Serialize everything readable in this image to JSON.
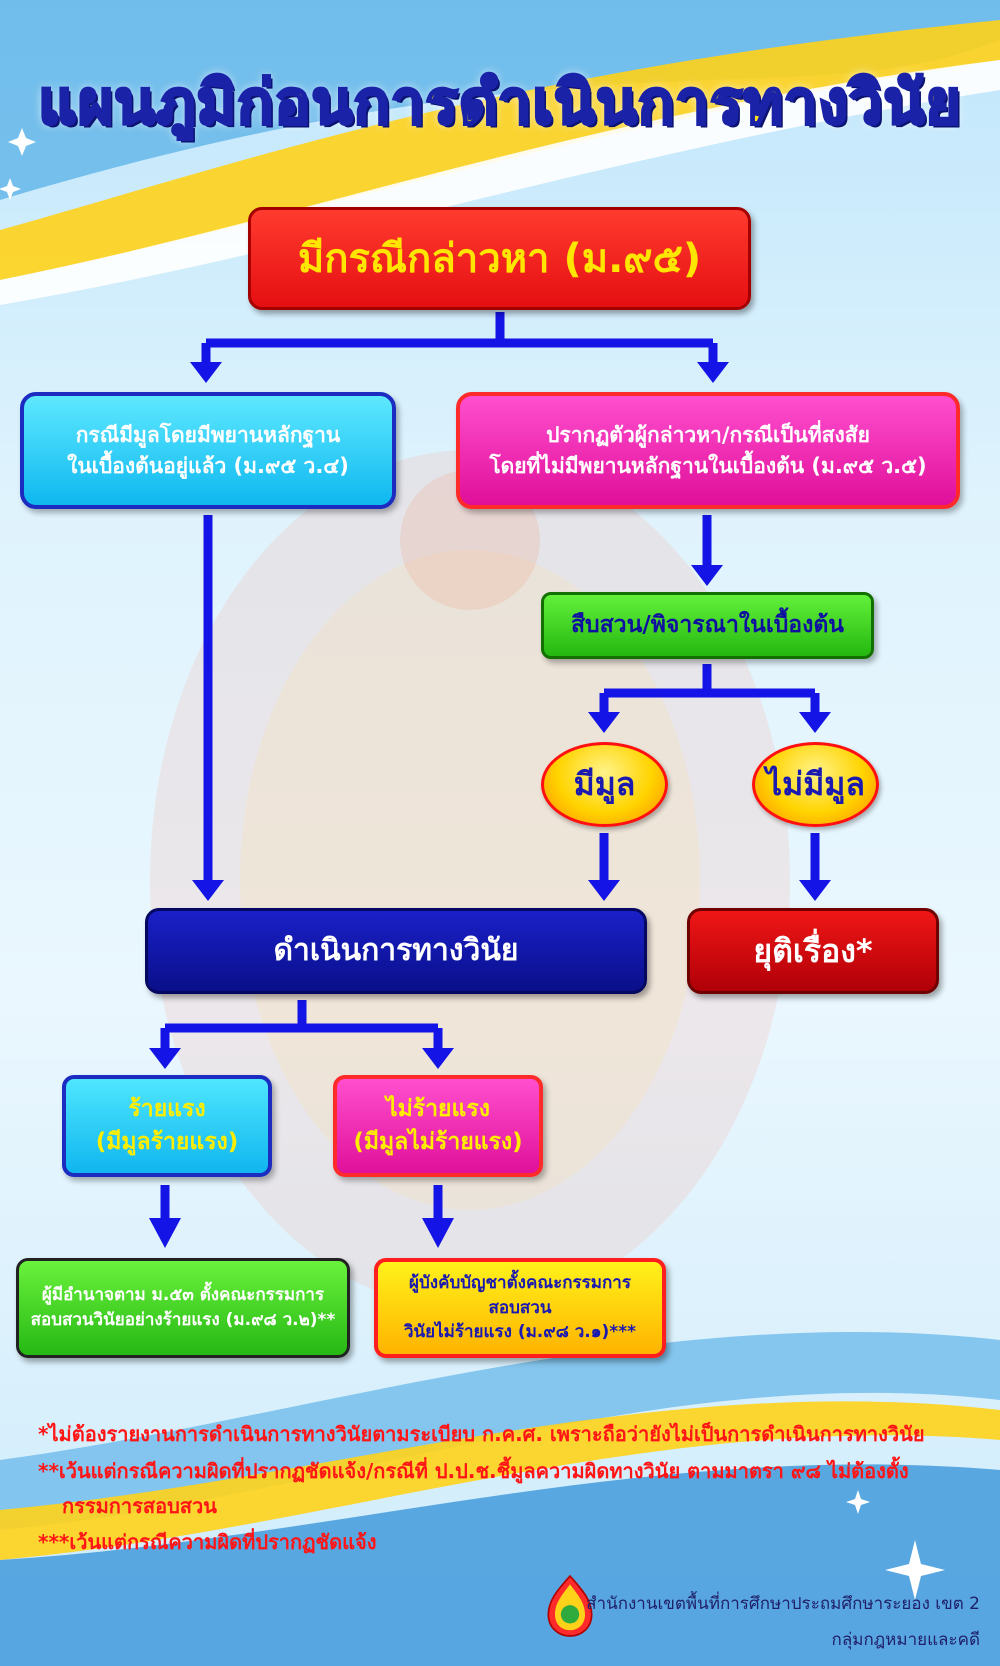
{
  "title": "แผนภูมิก่อนการดำเนินการทางวินัย",
  "nodes": {
    "allegation": "มีกรณีกล่าวหา (ม.๙๕)",
    "case_evidence": [
      "กรณีมีมูลโดยมีพยานหลักฐาน",
      "ในเบื้องต้นอยู่แล้ว (ม.๙๕ ว.๔)"
    ],
    "case_suspect": [
      "ปรากฏตัวผู้กล่าวหา/กรณีเป็นที่สงสัย",
      "โดยที่ไม่มีพยานหลักฐานในเบื้องต้น (ม.๙๕ ว.๕)"
    ],
    "investigate": "สืบสวน/พิจารณาในเบื้องต้น",
    "has_grounds": "มีมูล",
    "no_grounds": "ไม่มีมูล",
    "disciplinary_action": "ดำเนินการทางวินัย",
    "terminate": "ยุติเรื่อง*",
    "severe": [
      "ร้ายแรง",
      "(มีมูลร้ายแรง)"
    ],
    "not_severe": [
      "ไม่ร้ายแรง",
      "(มีมูลไม่ร้ายแรง)"
    ],
    "severe_action": [
      "ผู้มีอำนาจตาม ม.๕๓ ตั้งคณะกรรมการ",
      "สอบสวนวินัยอย่างร้ายแรง (ม.๙๘ ว.๒)**"
    ],
    "not_severe_action": [
      "ผู้บังคับบัญชาตั้งคณะกรรมการสอบสวน",
      "วินัยไม่ร้ายแรง (ม.๙๘ ว.๑)***"
    ]
  },
  "notes": [
    "*ไม่ต้องรายงานการดำเนินการทางวินัยตามระเบียบ ก.ค.ศ. เพราะถือว่ายังไม่เป็นการดำเนินการทางวินัย",
    "**เว้นแต่กรณีความผิดที่ปรากฏชัดแจ้ง/กรณีที่ ป.ป.ช.ชี้มูลความผิดทางวินัย ตามมาตรา ๙๘ ไม่ต้องตั้ง",
    "กรรมการสอบสวน",
    "***เว้นแต่กรณีความผิดที่ปรากฏชัดแจ้ง"
  ],
  "footer": {
    "office": "สำนักงานเขตพื้นที่การศึกษาประถมศึกษาระยอง เขต 2",
    "group": "กลุ่มกฎหมายและคดี"
  },
  "colors": {
    "arrow": "#1414e6",
    "title_fill": "#ffe31a",
    "title_stroke": "#1a22a8",
    "note_text": "#ff1515"
  }
}
